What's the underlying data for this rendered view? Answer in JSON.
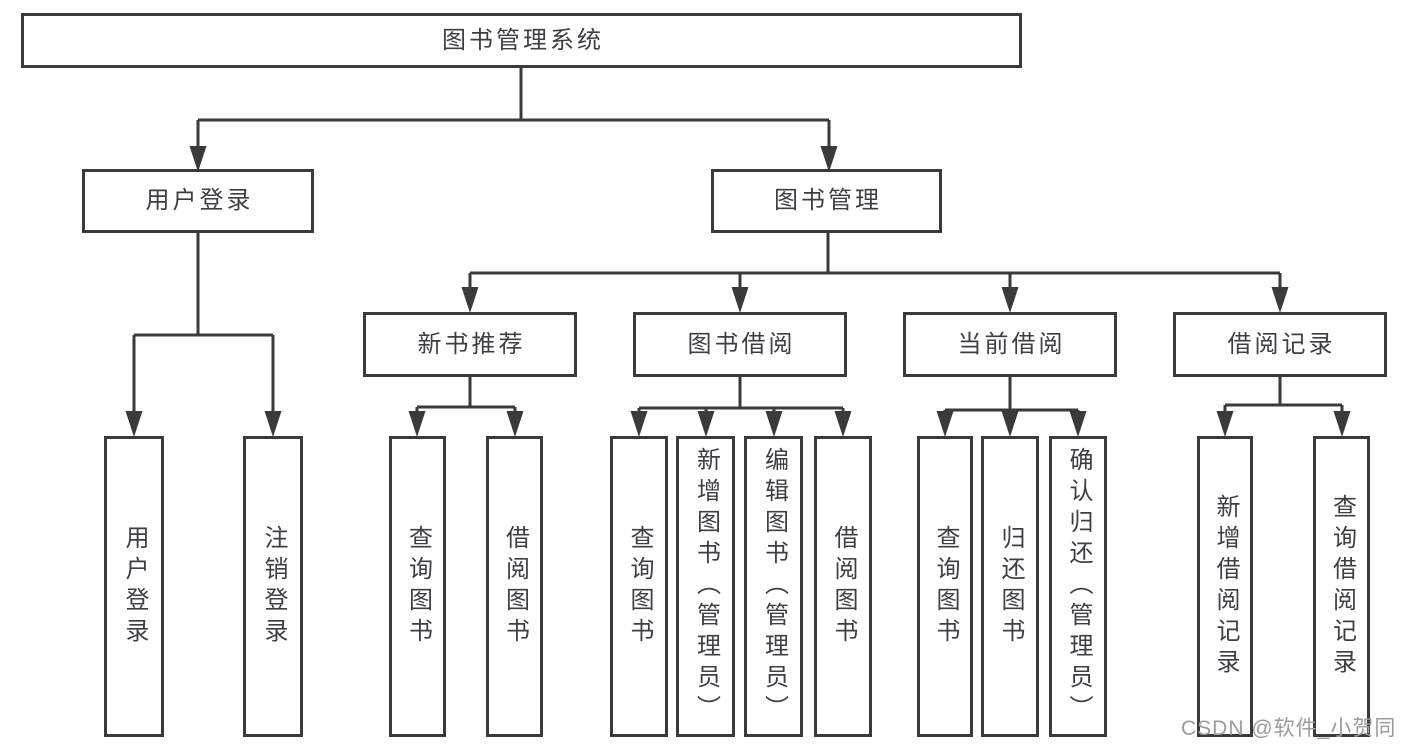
{
  "diagram": {
    "title": {
      "label": "图书管理系统"
    },
    "branches": [
      {
        "label": "用户登录",
        "children": [
          "用户登录",
          "注销登录"
        ]
      },
      {
        "label": "图书管理",
        "sub": [
          {
            "label": "新书推荐",
            "children": [
              "查询图书",
              "借阅图书"
            ]
          },
          {
            "label": "图书借阅",
            "children": [
              "查询图书",
              "新增图书（管理员）",
              "编辑图书（管理员）",
              "借阅图书"
            ]
          },
          {
            "label": "当前借阅",
            "children": [
              "查询图书",
              "归还图书",
              "确认归还（管理员）"
            ]
          },
          {
            "label": "借阅记录",
            "children": [
              "新增借阅记录",
              "查询借阅记录"
            ]
          }
        ]
      }
    ]
  },
  "watermark": {
    "text": "CSDN @软件_小贺同学"
  },
  "colors": {
    "line": "#3a3a3c",
    "text": "#3d3f45",
    "background": "#ffffff",
    "watermark": "#9c9ca0"
  }
}
